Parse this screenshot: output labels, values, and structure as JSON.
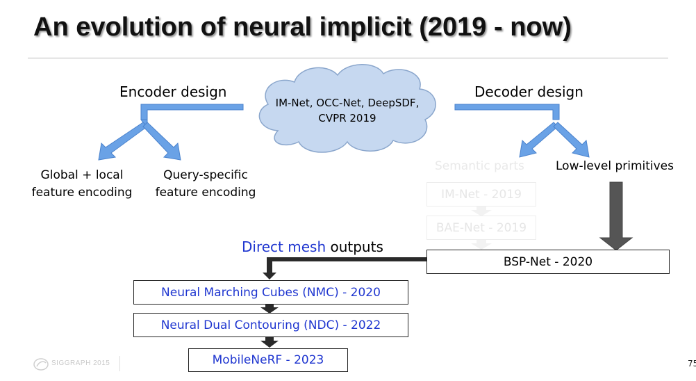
{
  "title": "An evolution of neural implicit (2019 - now)",
  "cloud": {
    "line1": "IM-Net, OCC-Net, DeepSDF,",
    "line2": "CVPR 2019"
  },
  "encoder": {
    "label": "Encoder design",
    "global_line1": "Global + local",
    "global_line2": "feature encoding",
    "query_line1": "Query-specific",
    "query_line2": "feature encoding"
  },
  "decoder": {
    "label": "Decoder design",
    "semantic_parts": "Semantic parts",
    "low_level": "Low-level primitives",
    "imnet": "IM-Net - 2019",
    "baenet": "BAE-Net - 2019",
    "bspnet": "BSP-Net - 2020"
  },
  "direct_mesh": {
    "blue": "Direct mesh",
    "black": " outputs"
  },
  "mesh_methods": {
    "nmc": "Neural Marching Cubes (NMC) - 2020",
    "ndc": "Neural Dual Contouring (NDC) - 2022",
    "mobilenerf": "MobileNeRF - 2023"
  },
  "footer": {
    "logo": "SIGGRAPH 2015",
    "page_number": "75"
  },
  "colors": {
    "blue_text": "#1f36d0",
    "arrow_fill": "#6aa2e6",
    "arrow_stroke": "#4a82cc",
    "cloud_fill": "#c6d8f0",
    "cloud_stroke": "#8aa6cc",
    "dark_arrow": "#555555"
  }
}
